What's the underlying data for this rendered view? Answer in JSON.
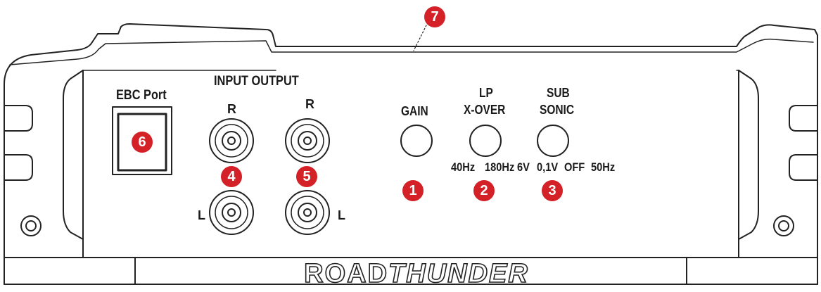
{
  "labels": {
    "ebc_port": "EBC Port",
    "input_output": "INPUT OUTPUT",
    "r_left": "R",
    "r_right": "R",
    "l_left": "L",
    "l_right": "L",
    "gain": "GAIN",
    "lp": "LP",
    "x_over": "X-OVER",
    "sub": "SUB",
    "sonic": "SONIC",
    "xover_min": "40Hz",
    "xover_max": "180Hz",
    "sub_v": "6V",
    "sub_min": "0,1V",
    "sub_off": "OFF",
    "sub_max": "50Hz"
  },
  "callouts": {
    "gain": "1",
    "lp_xover": "2",
    "subsonic": "3",
    "input_rca": "4",
    "output_rca": "5",
    "ebc_port": "6",
    "heatsink": "7"
  },
  "brand": {
    "part1": "ROAD",
    "part2": "THUNDER"
  },
  "colors": {
    "callout_red": "#d42027",
    "line": "#222222"
  }
}
